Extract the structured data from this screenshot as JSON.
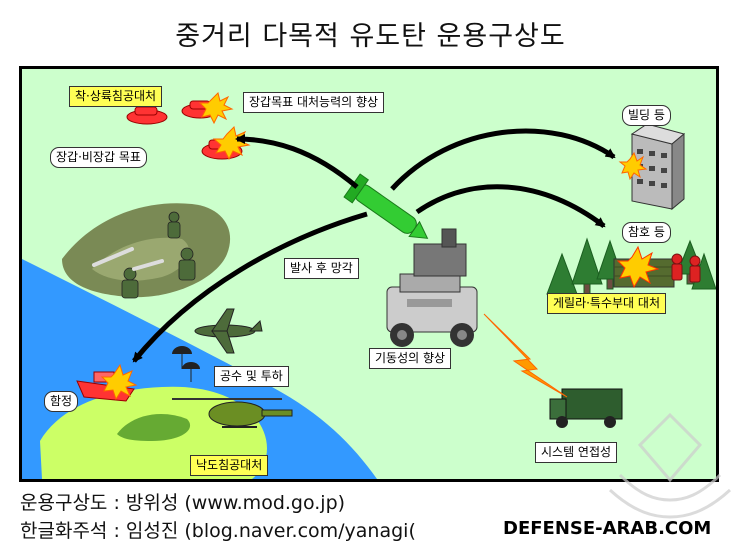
{
  "title": "중거리 다목적 유도탄 운용구상도",
  "labels": {
    "landing_attack": "착·상륙침공대처",
    "armor_target": "장갑·비장갑 목표",
    "armor_capability": "장갑목표 대처능력의 향상",
    "building": "빌딩 등",
    "trench": "참호 등",
    "guerrilla": "게릴라·특수부대 대처",
    "fire_forget": "발사 후 망각",
    "mobility": "기동성의 향상",
    "ship": "함정",
    "airdrop": "공수 및 투하",
    "airborne": "낙도침공대처",
    "system_link": "시스템 연접성"
  },
  "credits": {
    "line1": "운용구상도 : 방위성 (www.mod.go.jp)",
    "line2": "한글화주석 : 임성진 (blog.naver.com/yanagi("
  },
  "brand": "DEFENSE-ARAB.COM",
  "colors": {
    "land": "#ccffcc",
    "sea": "#3399ff",
    "island": "#ccff66",
    "arrow": "#000000",
    "lightning": "#ff9900",
    "missile": "#33cc33",
    "tank": "#ff3333",
    "label_highlight": "#ffff55"
  }
}
